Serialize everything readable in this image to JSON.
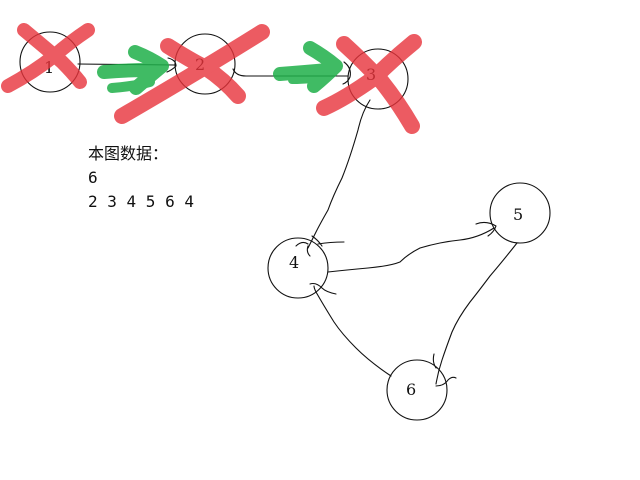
{
  "nodes": [
    {
      "id": "1",
      "label": "1"
    },
    {
      "id": "2",
      "label": "2"
    },
    {
      "id": "3",
      "label": "3"
    },
    {
      "id": "4",
      "label": "4"
    },
    {
      "id": "5",
      "label": "5"
    },
    {
      "id": "6",
      "label": "6"
    }
  ],
  "edges": [
    {
      "from": "1",
      "to": "2"
    },
    {
      "from": "2",
      "to": "3"
    },
    {
      "from": "3",
      "to": "4"
    },
    {
      "from": "4",
      "to": "5"
    },
    {
      "from": "5",
      "to": "6"
    },
    {
      "from": "6",
      "to": "4"
    }
  ],
  "crossed_out_nodes": [
    "1",
    "2",
    "3"
  ],
  "green_arrow_edges": [
    {
      "from": "1",
      "to": "2"
    },
    {
      "from": "2",
      "to": "3"
    }
  ],
  "data_block": {
    "title": "本图数据：",
    "line1": "6",
    "line2": "2 3 4 5 6 4"
  },
  "colors": {
    "cross": "#e8333b",
    "green_arrow": "#1fb04a",
    "ink": "#111111"
  }
}
